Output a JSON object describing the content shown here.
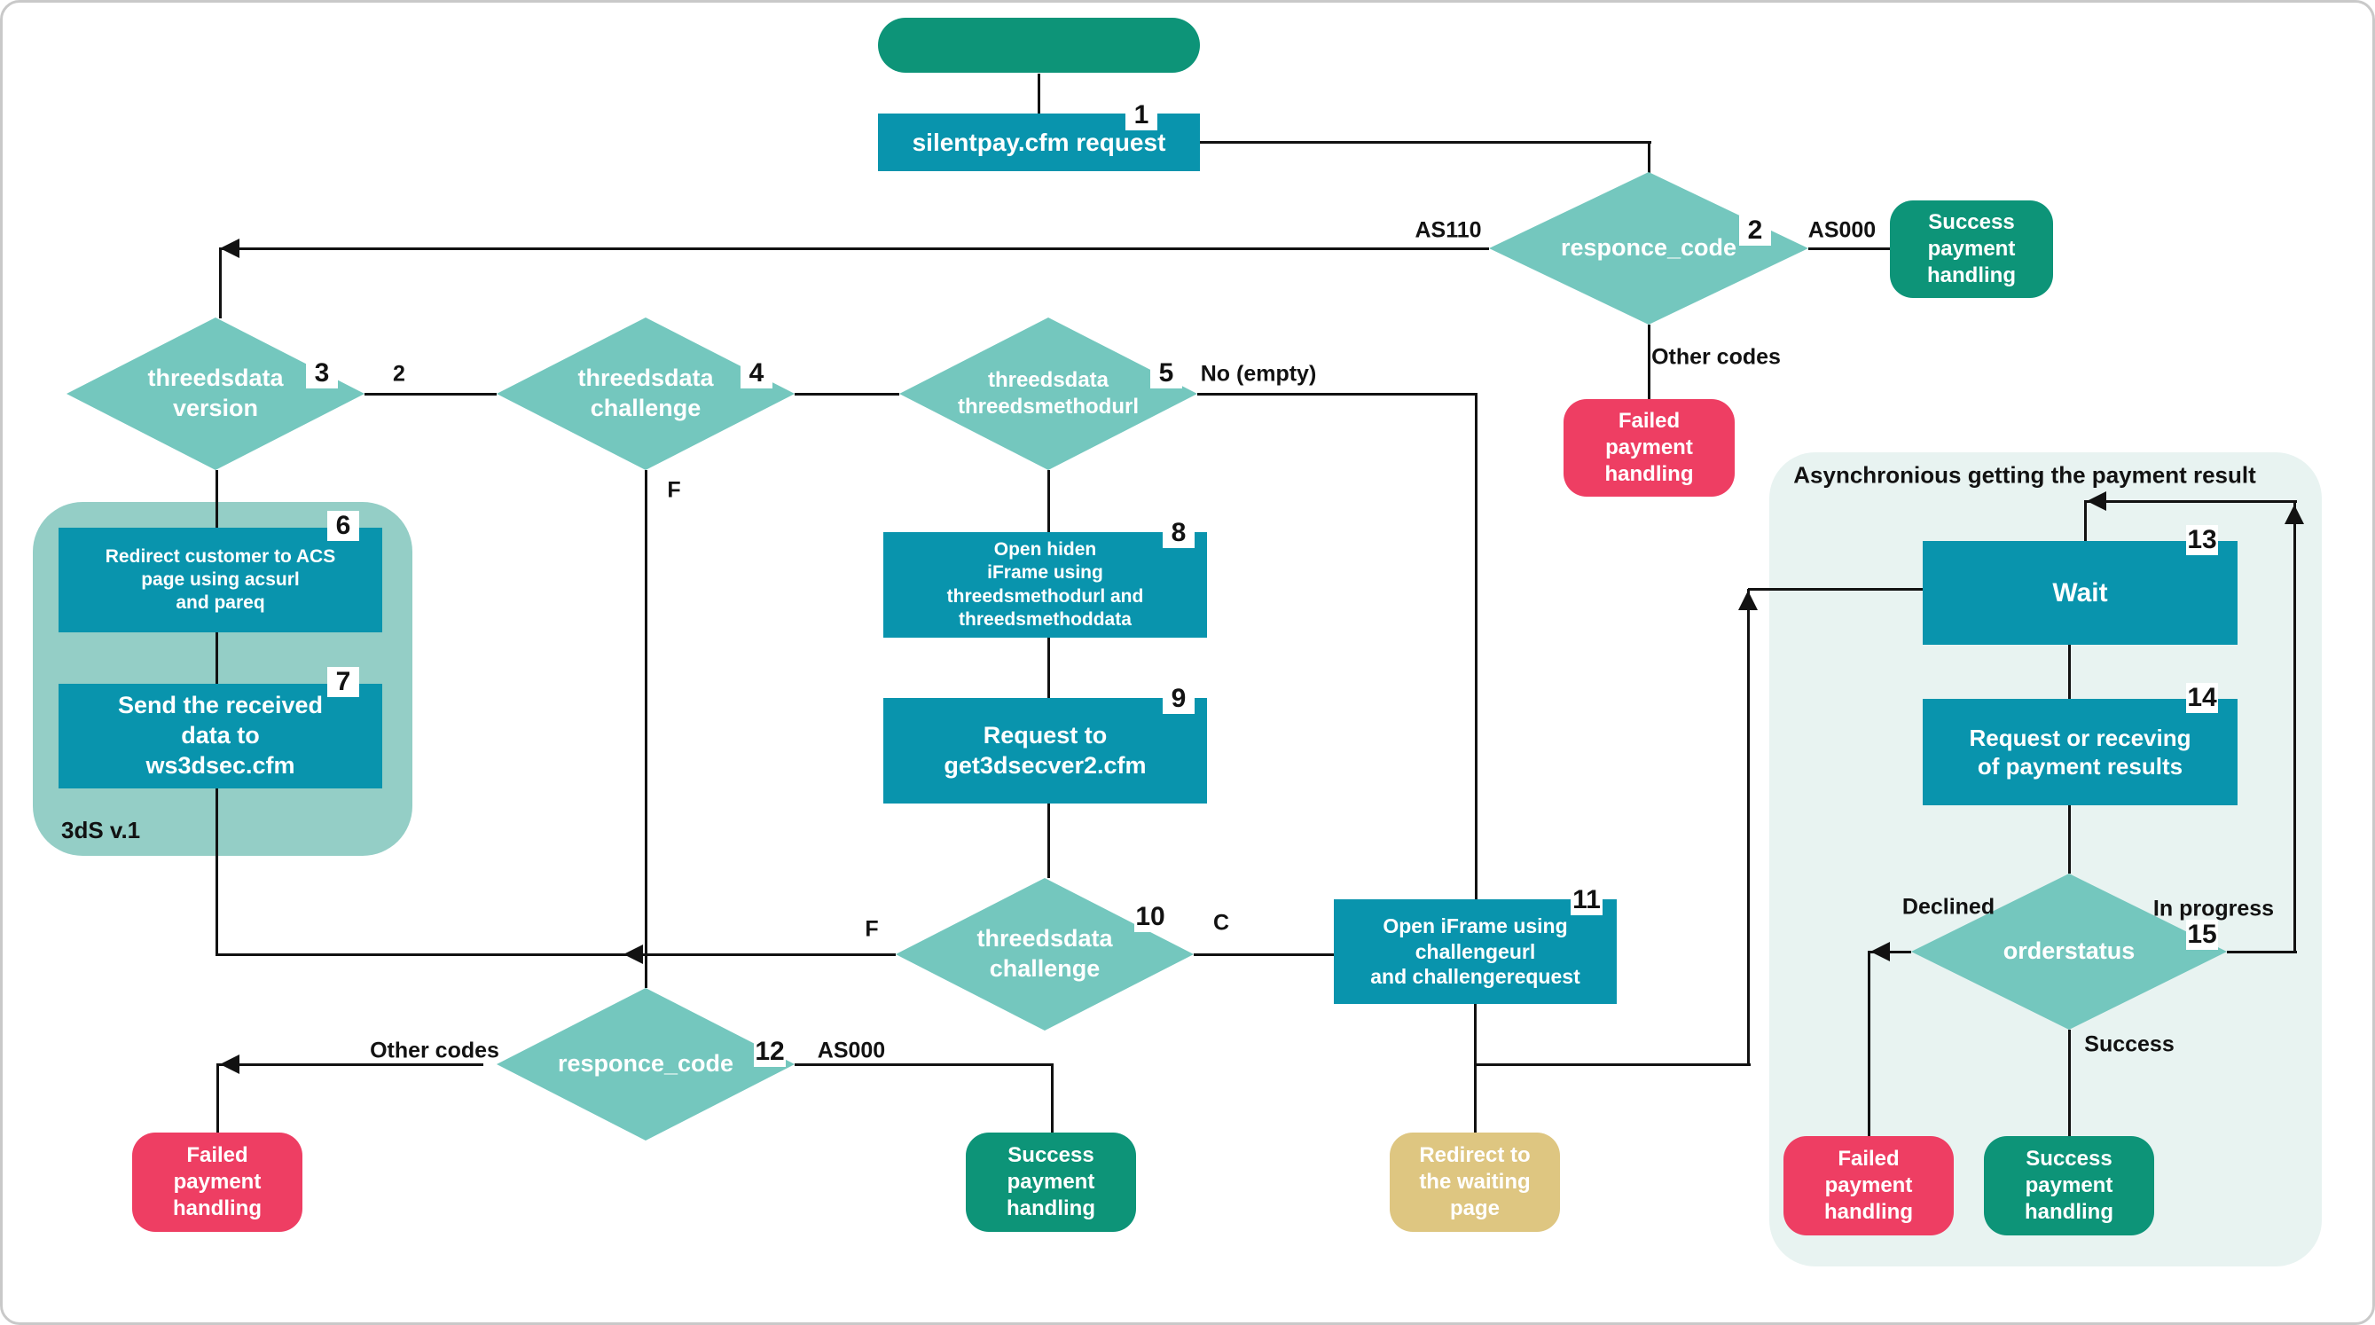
{
  "colors": {
    "process": "#0994ad",
    "decision": "#74c7be",
    "success": "#0d9478",
    "failed": "#ee3e63",
    "waiting": "#dec681",
    "group": "#94cec6",
    "panel": "#e8f3f1",
    "line": "#121212",
    "badge_bg": "#ffffff",
    "badge_text": "#121212",
    "label_text": "#121212"
  },
  "nodes": {
    "start": {
      "label": ""
    },
    "n1": {
      "badge": "1",
      "label": "silentpay.cfm request"
    },
    "n2": {
      "badge": "2",
      "label": "responce_code"
    },
    "success_top": {
      "label": "Success\npayment\nhandling"
    },
    "failed_top": {
      "label": "Failed\npayment\nhandling"
    },
    "n3": {
      "badge": "3",
      "label": "threedsdata\nversion"
    },
    "n4": {
      "badge": "4",
      "label": "threedsdata\nchallenge"
    },
    "n5": {
      "badge": "5",
      "label": "threedsdata\nthreedsmethodurl"
    },
    "group_3ds": {
      "label": "3dS v.1"
    },
    "n6": {
      "badge": "6",
      "label": "Redirect customer to ACS\npage using acsurl\nand pareq"
    },
    "n7": {
      "badge": "7",
      "label": "Send the received\ndata to\nws3dsec.cfm"
    },
    "n8": {
      "badge": "8",
      "label": "Open hiden\niFrame using\nthreedsmethodurl and\nthreedsmethoddata"
    },
    "n9": {
      "badge": "9",
      "label": "Request to\nget3dsecver2.cfm"
    },
    "n10": {
      "badge": "10",
      "label": "threedsdata\nchallenge"
    },
    "n11": {
      "badge": "11",
      "label": "Open iFrame using\nchallengeurl\nand challengerequest"
    },
    "n12": {
      "badge": "12",
      "label": "responce_code"
    },
    "failed_left": {
      "label": "Failed\npayment\nhandling"
    },
    "success_mid": {
      "label": "Success\npayment\nhandling"
    },
    "waiting": {
      "label": "Redirect to\nthe waiting\npage"
    },
    "panel": {
      "title": "Asynchronious getting the payment result"
    },
    "n13": {
      "badge": "13",
      "label": "Wait"
    },
    "n14": {
      "badge": "14",
      "label": "Request or receving\nof payment results"
    },
    "n15": {
      "badge": "15",
      "label": "orderstatus"
    },
    "failed_right": {
      "label": "Failed\npayment\nhandling"
    },
    "success_right": {
      "label": "Success\npayment\nhandling"
    }
  },
  "edge_labels": {
    "as110": "AS110",
    "as000_top": "AS000",
    "other_codes_top": "Other codes",
    "version_2": "2",
    "f4": "F",
    "no_empty": "No (empty)",
    "f10": "F",
    "c10": "C",
    "other_codes_12": "Other codes",
    "as000_12": "AS000",
    "declined": "Declined",
    "in_progress": "In progress",
    "success_15": "Success"
  }
}
